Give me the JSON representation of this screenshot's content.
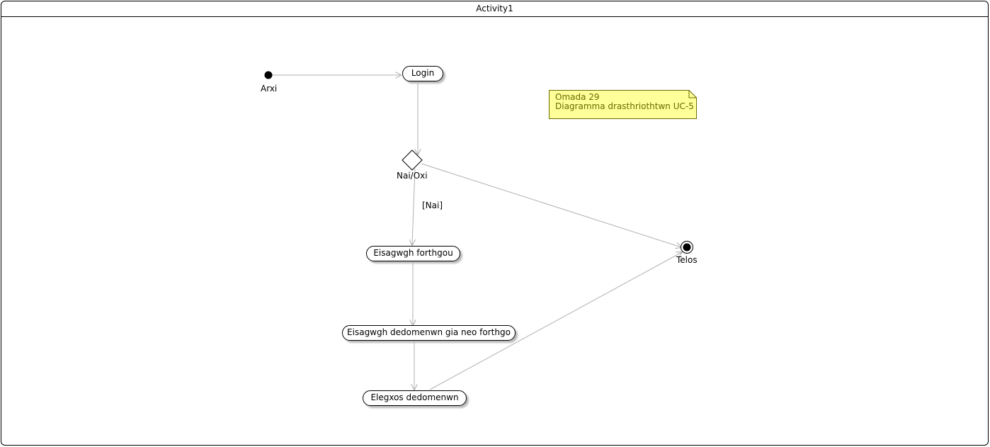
{
  "frame": {
    "title": "Activity1"
  },
  "nodes": {
    "start": {
      "label": "Arxi"
    },
    "login": {
      "label": "Login"
    },
    "decision": {
      "label": "Nai/Oxi"
    },
    "action1": {
      "label": "Eisagwgh forthgou"
    },
    "action2": {
      "label": "Eisagwgh dedomenwn gia neo forthgo"
    },
    "action3": {
      "label": "Elegxos dedomenwn"
    },
    "end": {
      "label": "Telos"
    }
  },
  "edges": {
    "guard_nai": "[Nai]"
  },
  "note": {
    "lines": [
      "Omada 29",
      "Diagramma drasthriothtwn UC-5"
    ]
  },
  "colors": {
    "edge": "#b0b0b0",
    "note_fill": "#ffff99",
    "note_text": "#6b6b00"
  }
}
